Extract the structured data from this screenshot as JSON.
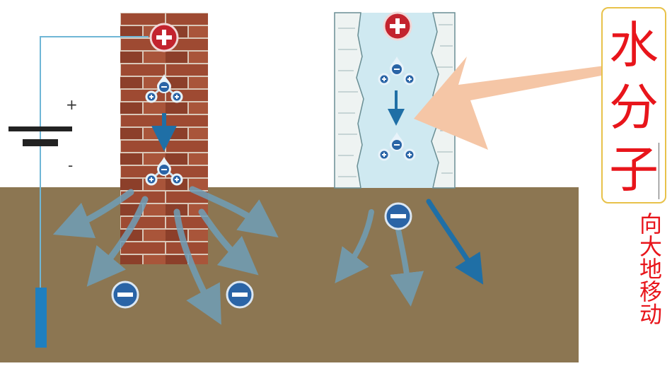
{
  "battery": {
    "plus_label": "+",
    "minus_label": "-"
  },
  "callout": {
    "label_chars": [
      "水",
      "分",
      "子"
    ],
    "vertical_text": "向大地移动"
  },
  "colors": {
    "soil": "#8c7652",
    "brick": "#9e4a32",
    "mortar": "#d9c7b8",
    "water": "#cfe9f1",
    "arrow_blue": "#1f6fa6",
    "arrow_pale": "#6f9fb8",
    "ion_positive": "#c3232e",
    "ion_negative": "#2a64a6",
    "callout_border": "#e8c24a",
    "callout_text": "#e8151b",
    "pointer_arrow": "#f5c6a6"
  },
  "icons": {
    "positive_ion": "plus-ion-icon",
    "negative_ion": "minus-ion-icon",
    "water_molecule": "water-molecule-icon"
  }
}
